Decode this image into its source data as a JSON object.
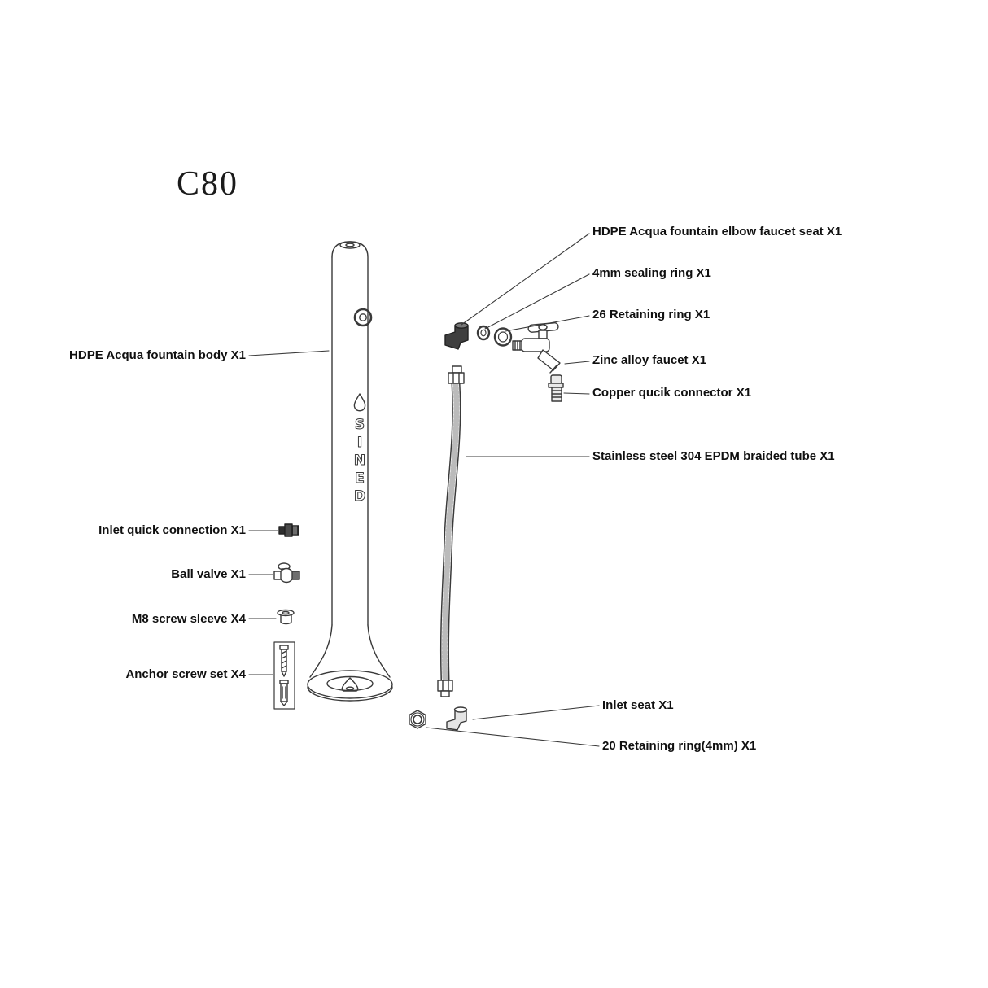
{
  "title": "C80",
  "logo": {
    "letters": [
      "S",
      "I",
      "N",
      "E",
      "D"
    ]
  },
  "parts": {
    "elbow_seat": {
      "label": "HDPE Acqua fountain elbow faucet seat X1"
    },
    "sealing_ring": {
      "label": "4mm sealing ring X1"
    },
    "retaining_ring_26": {
      "label": "26 Retaining ring X1"
    },
    "zinc_faucet": {
      "label": "Zinc alloy faucet X1"
    },
    "copper_connector": {
      "label": "Copper qucik connector X1"
    },
    "braided_tube": {
      "label": "Stainless steel 304 EPDM braided tube X1"
    },
    "fountain_body": {
      "label": "HDPE Acqua fountain body X1"
    },
    "inlet_quick": {
      "label": "Inlet quick connection X1"
    },
    "ball_valve": {
      "label": "Ball valve X1"
    },
    "m8_sleeve": {
      "label": "M8 screw sleeve X4"
    },
    "anchor_screw": {
      "label": "Anchor screw set X4"
    },
    "inlet_seat": {
      "label": "Inlet seat X1"
    },
    "retaining_ring_20": {
      "label": "20 Retaining ring(4mm) X1"
    }
  }
}
